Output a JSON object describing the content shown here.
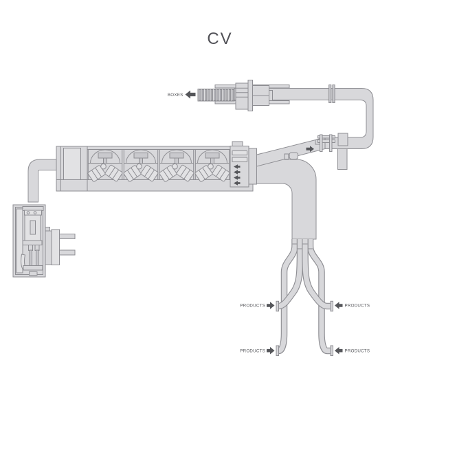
{
  "title": "CV",
  "labels": {
    "boxes_outfeed": "BOXES",
    "products_infeed": "PRODUCTS"
  },
  "arrows": {
    "boxes_outfeed_direction": "left",
    "products_left_side_direction": "right",
    "products_right_side_direction": "left",
    "box_transfer_direction": "right",
    "machine_infeed_direction": "left",
    "machine_infeed_arrow_count": 4
  },
  "machine": {
    "packing_module_count": 4,
    "product_lane_count": 4,
    "products_infeed_label_count": 4
  },
  "colors": {
    "background": "#ffffff",
    "equipment_fill": "#d8d8db",
    "equipment_fill_light": "#e2e2e4",
    "equipment_fill_mid": "#c9c9cd",
    "equipment_stroke": "#8e8e93",
    "arrow_fill": "#55565a",
    "label_text": "#55565a",
    "title_text": "#515157"
  }
}
